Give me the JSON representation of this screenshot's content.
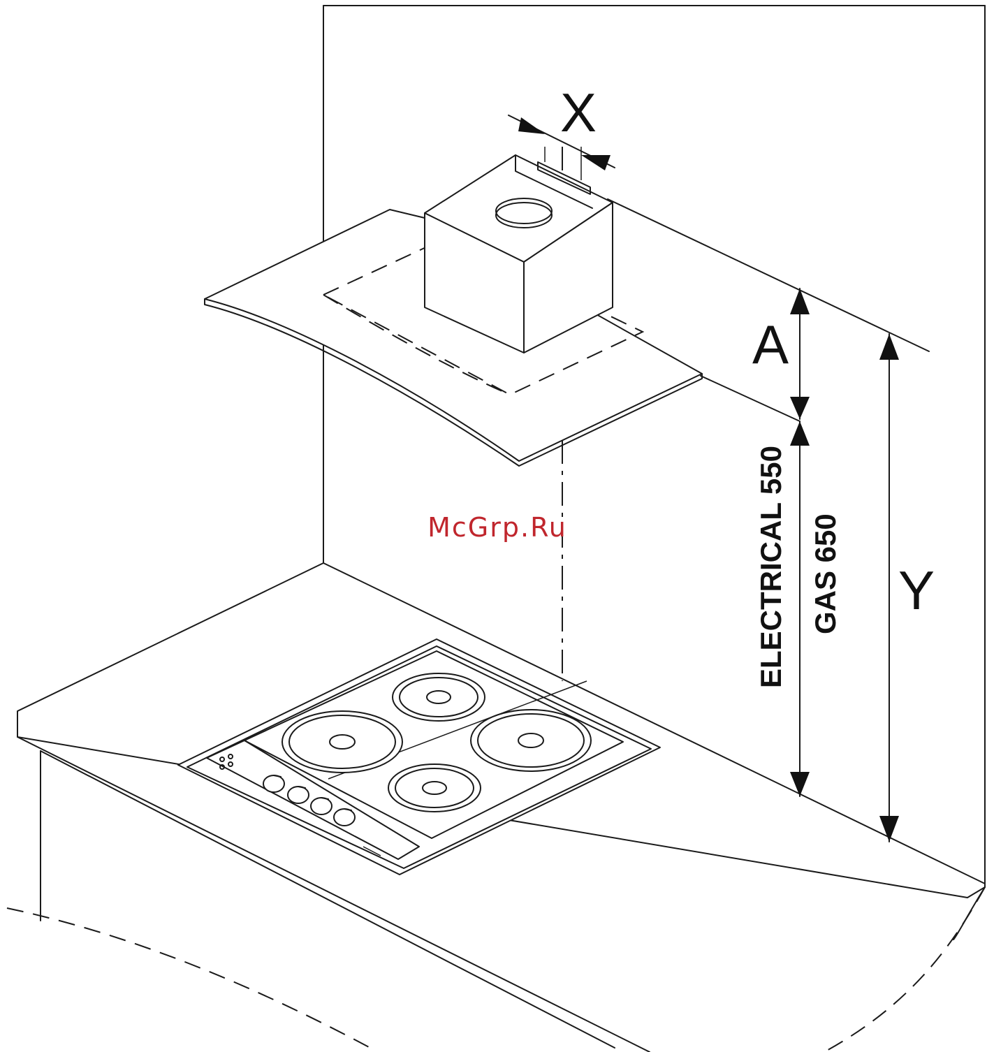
{
  "labels": {
    "x": "X",
    "a": "A",
    "y": "Y",
    "electrical": "ELECTRICAL 550",
    "gas": "GAS 650"
  },
  "watermark": {
    "text": "McGrp.Ru",
    "color": "#c0262d"
  },
  "colors": {
    "line": "#1a1a1a",
    "background": "#ffffff"
  }
}
